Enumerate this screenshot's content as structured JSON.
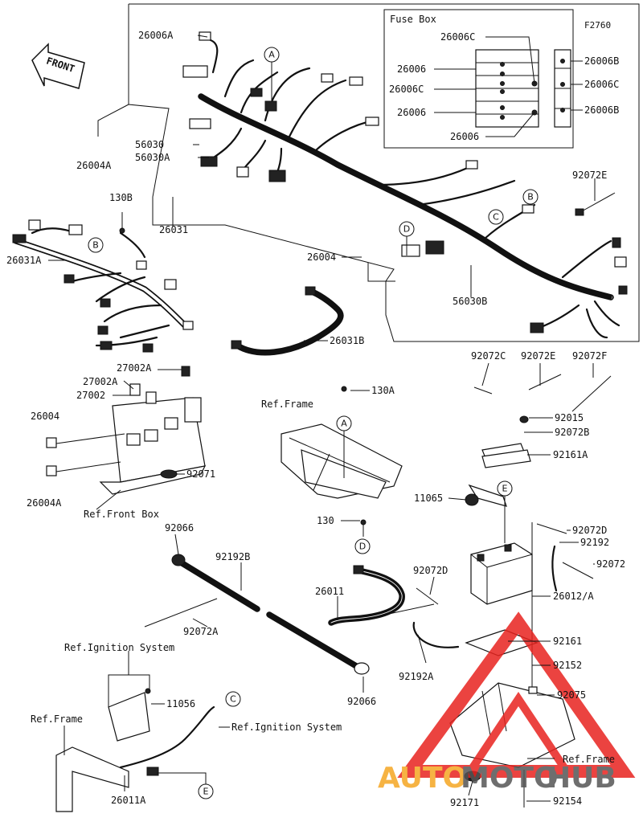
{
  "diagram_code": "F2760",
  "front_label": "FRONT",
  "fuse_box": {
    "title": "Fuse Box",
    "left_labels": [
      "26006C",
      "26006",
      "26006C",
      "26006",
      "26006"
    ],
    "right_labels": [
      "26006B",
      "26006C",
      "26006B"
    ]
  },
  "callouts": [
    "A",
    "B",
    "B",
    "C",
    "C",
    "D",
    "D",
    "E",
    "E"
  ],
  "part_labels": {
    "p26006A": "26006A",
    "p26004A_top": "26004A",
    "p56030": "56030",
    "p56030A": "56030A",
    "p26031": "26031",
    "p130B": "130B",
    "p26031A": "26031A",
    "p26004_mid": "26004",
    "p56030B": "56030B",
    "p26031B": "26031B",
    "p92072E_top": "92072E",
    "p27002A_1": "27002A",
    "p27002A_2": "27002A",
    "p27002": "27002",
    "p26004_left": "26004",
    "p26004A_left": "26004A",
    "p92071": "92071",
    "p130A": "130A",
    "p92072C": "92072C",
    "p92072E_mid": "92072E",
    "p92072F": "92072F",
    "p92015": "92015",
    "p92072B": "92072B",
    "p92161A": "92161A",
    "p11065": "11065",
    "p130": "130",
    "p92072D_right": "92072D",
    "p92192": "92192",
    "p92072": "92072",
    "p92066_top": "92066",
    "p92192B": "92192B",
    "p92072D_mid": "92072D",
    "p26011": "26011",
    "p26012A": "26012/A",
    "p92072A": "92072A",
    "p92161": "92161",
    "p92192A": "92192A",
    "p92152": "92152",
    "p11056": "11056",
    "p92066_bottom": "92066",
    "p92075": "92075",
    "p26011A": "26011A",
    "p92171": "92171",
    "p92154": "92154"
  },
  "reference_labels": {
    "ref_frame_center": "Ref.Frame",
    "ref_front_box": "Ref.Front Box",
    "ref_ignition_top": "Ref.Ignition System",
    "ref_ignition_right": "Ref.Ignition System",
    "ref_frame_left": "Ref.Frame",
    "ref_frame_right": "Ref.Frame"
  },
  "watermark": {
    "text_a": "AUTO",
    "text_b": "MOTO",
    "text_c": "HUB",
    "color_a": "#f5a623",
    "color_b": "#555555",
    "color_c": "#555555",
    "triangle_color": "#e8231f"
  }
}
